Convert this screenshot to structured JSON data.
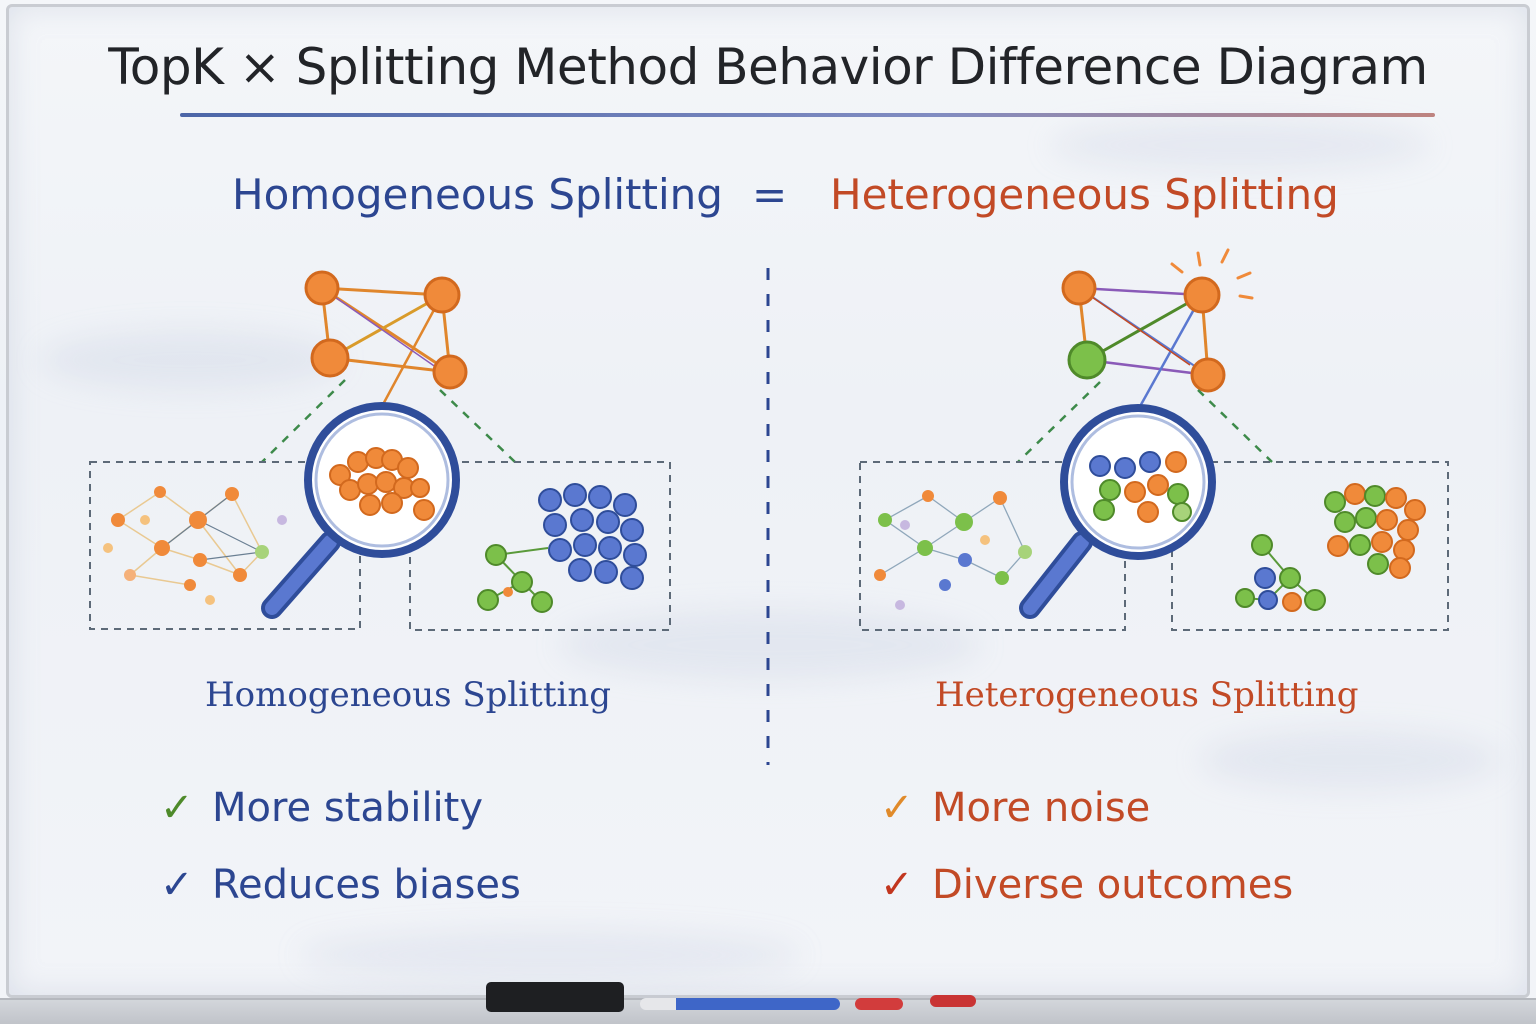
{
  "title": "TopK × Splitting Method Behavior Difference Diagram",
  "headings": {
    "left": "Homogeneous Splitting",
    "equals": "=",
    "right": "Heterogeneous Splitting"
  },
  "captions": {
    "left": "Homogeneous Splitting",
    "right": "Heterogeneous Splitting"
  },
  "bullets": {
    "left": [
      {
        "mark": "✓",
        "text": "More stability"
      },
      {
        "mark": "✓",
        "text": "Reduces biases"
      }
    ],
    "right": [
      {
        "mark": "✓",
        "text": "More noise"
      },
      {
        "mark": "✓",
        "text": "Diverse outcomes"
      }
    ]
  },
  "colors": {
    "blue_text": "#2c4691",
    "orange_text": "#c24a26",
    "node_orange": "#f08a3a",
    "node_blue": "#5a78d0",
    "node_green": "#7cc04a",
    "magnifier": "#2f4d9a",
    "dashed_green": "#3d8a4a",
    "dashed_gray": "#5d6a78"
  },
  "icons": [
    "magnifier-icon",
    "check-icon",
    "sparkle-icon"
  ]
}
